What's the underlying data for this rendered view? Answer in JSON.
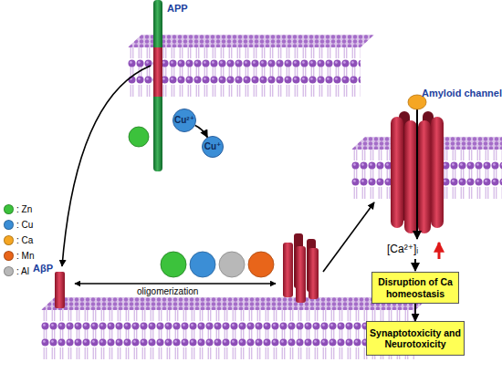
{
  "diagram": {
    "nodes": [
      {
        "text": [
          "Cu²⁺"
        ]
      },
      {
        "text": [
          "Cu⁺"
        ]
      },
      {
        "text": [
          "Disruption of Ca homeostasis"
        ]
      },
      {
        "text": [
          "Synaptotoxicity and Neurotoxicity"
        ]
      }
    ],
    "edges": [
      {
        "from": 0,
        "to": 1,
        "arrow": "to"
      },
      {
        "from": 2,
        "to": 3,
        "arrow": "to"
      }
    ],
    "labels": [
      "APP",
      "AβP",
      "oligomerization",
      "Amyloid channel",
      "[Ca²⁺]ᵢ"
    ],
    "legend": [
      {
        "text": ": Zn",
        "color": "#3cc23c"
      },
      {
        "text": ": Cu",
        "color": "#3b8ed6"
      },
      {
        "text": ": Ca",
        "color": "#f5a623"
      },
      {
        "text": ": Mn",
        "color": "#e8651a"
      },
      {
        "text": ": Al",
        "color": "#b8b8b8"
      }
    ]
  }
}
